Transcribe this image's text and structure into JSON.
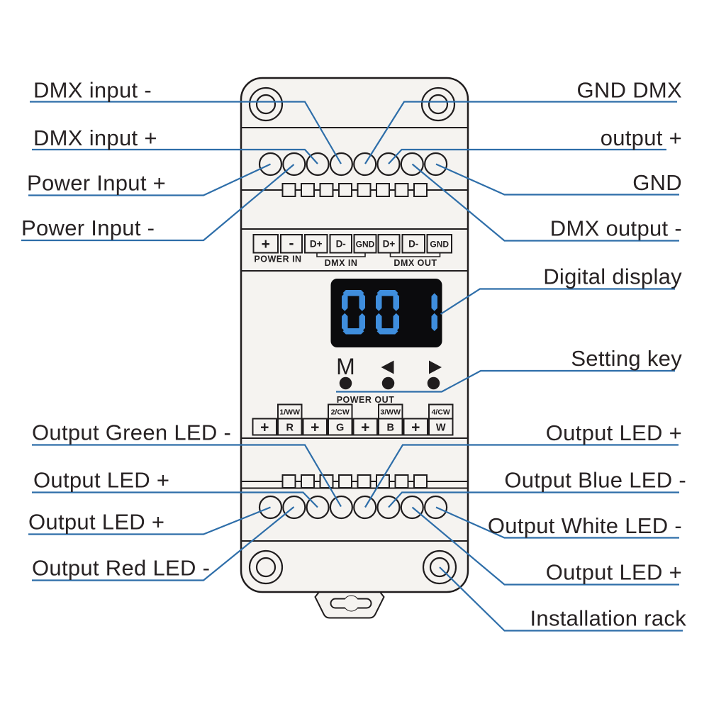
{
  "device": {
    "display": {
      "value": "001"
    },
    "keys": {
      "labels": [
        "M",
        "◀",
        "▶"
      ]
    },
    "top_terminals": {
      "blocks": [
        "+",
        "-",
        "D+",
        "D-",
        "GND",
        "D+",
        "D-",
        "GND"
      ],
      "groups": [
        "POWER IN",
        "DMX IN",
        "DMX OUT"
      ]
    },
    "power_out": {
      "title": "POWER OUT",
      "channels": [
        "1/WW",
        "2/CW",
        "3/WW",
        "4/CW"
      ],
      "blocks": [
        "+",
        "R",
        "+",
        "G",
        "+",
        "B",
        "+",
        "W"
      ]
    }
  },
  "callouts": {
    "dmx_input_minus": "DMX input -",
    "dmx_input_plus": "DMX input +",
    "power_input_plus": "Power Input +",
    "power_input_minus": "Power Input -",
    "gnd_dmx": "GND DMX",
    "output_plus_top": "output +",
    "gnd": "GND",
    "dmx_output_minus": "DMX output -",
    "digital_display": "Digital display",
    "setting_key": "Setting key",
    "output_green_minus": "Output Green LED -",
    "output_led_plus_left_1": "Output LED +",
    "output_led_plus_left_2": "Output LED +",
    "output_red_minus": "Output Red LED -",
    "output_led_plus_right_1": "Output LED +",
    "output_blue_minus": "Output Blue LED -",
    "output_white_minus": "Output White LED -",
    "output_led_plus_right_2": "Output LED +",
    "installation_rack": "Installation rack"
  },
  "colors": {
    "leader_line": "#2e6ea9",
    "digit": "#3f8edd",
    "display_bg": "#0b0b0d",
    "outline": "#201d1e",
    "body_fill": "#f5f3f0",
    "label_text": "#272223"
  }
}
